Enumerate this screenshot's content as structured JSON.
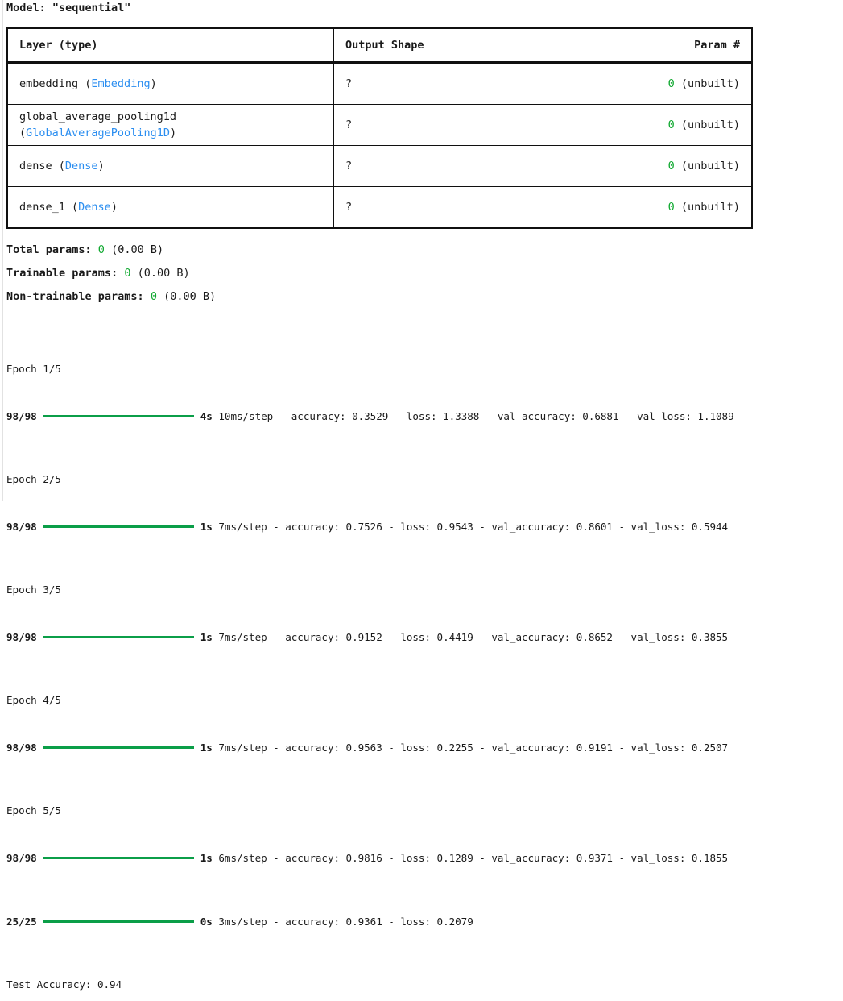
{
  "model": {
    "title": "Model: \"sequential\""
  },
  "summary_table": {
    "headers": {
      "layer": "Layer (type)",
      "output_shape": "Output Shape",
      "param": "Param #"
    },
    "rows": [
      {
        "name": "embedding ",
        "type_open": "(",
        "type": "Embedding",
        "type_close": ")",
        "output_shape": "?",
        "param_value": "0",
        "param_note": " (unbuilt)"
      },
      {
        "name": "global_average_pooling1d",
        "type_open": "(",
        "type": "GlobalAveragePooling1D",
        "type_close": ")",
        "output_shape": "?",
        "param_value": "0",
        "param_note": " (unbuilt)"
      },
      {
        "name": "dense ",
        "type_open": "(",
        "type": "Dense",
        "type_close": ")",
        "output_shape": "?",
        "param_value": "0",
        "param_note": " (unbuilt)"
      },
      {
        "name": "dense_1 ",
        "type_open": "(",
        "type": "Dense",
        "type_close": ")",
        "output_shape": "?",
        "param_value": "0",
        "param_note": " (unbuilt)"
      }
    ]
  },
  "params_summary": [
    {
      "label": "Total params: ",
      "value": "0",
      "note": " (0.00 B)"
    },
    {
      "label": "Trainable params: ",
      "value": "0",
      "note": " (0.00 B)"
    },
    {
      "label": "Non-trainable params: ",
      "value": "0",
      "note": " (0.00 B)"
    }
  ],
  "training_log": {
    "epochs": [
      {
        "header": "Epoch 1/5",
        "steps": "98/98",
        "time": "4s",
        "rate": " 10ms/step - accuracy: 0.3529 - loss: 1.3388 - val_accuracy: 0.6881 - val_loss: 1.1089"
      },
      {
        "header": "Epoch 2/5",
        "steps": "98/98",
        "time": "1s",
        "rate": " 7ms/step - accuracy: 0.7526 - loss: 0.9543 - val_accuracy: 0.8601 - val_loss: 0.5944"
      },
      {
        "header": "Epoch 3/5",
        "steps": "98/98",
        "time": "1s",
        "rate": " 7ms/step - accuracy: 0.9152 - loss: 0.4419 - val_accuracy: 0.8652 - val_loss: 0.3855"
      },
      {
        "header": "Epoch 4/5",
        "steps": "98/98",
        "time": "1s",
        "rate": " 7ms/step - accuracy: 0.9563 - loss: 0.2255 - val_accuracy: 0.9191 - val_loss: 0.2507"
      },
      {
        "header": "Epoch 5/5",
        "steps": "98/98",
        "time": "1s",
        "rate": " 6ms/step - accuracy: 0.9816 - loss: 0.1289 - val_accuracy: 0.9371 - val_loss: 0.1855"
      }
    ],
    "evaluation": {
      "steps": "25/25",
      "time": "0s",
      "rate": " 3ms/step - accuracy: 0.9361 - loss: 0.2079"
    },
    "test_accuracy_line": "Test Accuracy: 0.94"
  },
  "colors": {
    "accent_blue": "#2b8ef0",
    "value_green": "#0fa82f",
    "progress_green": "#0b9e48",
    "text": "#1a1a1a",
    "border": "#101010"
  }
}
